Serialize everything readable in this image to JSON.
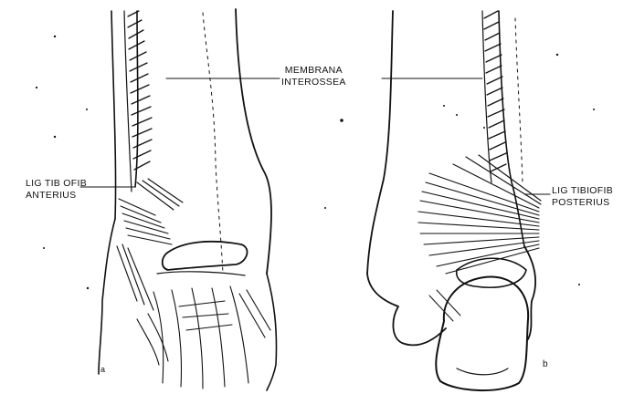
{
  "labels": {
    "membrana": [
      "MEMBRANA",
      "INTEROSSEA"
    ],
    "lig_anterior": [
      "LIG TIB OFIB",
      "ANTERIUS"
    ],
    "lig_posterior": [
      "LIG TIBIOFIB",
      "POSTERIUS"
    ],
    "panel_a": "a",
    "panel_b": "b"
  },
  "colors": {
    "ink": "#111111",
    "paper": "#ffffff"
  }
}
